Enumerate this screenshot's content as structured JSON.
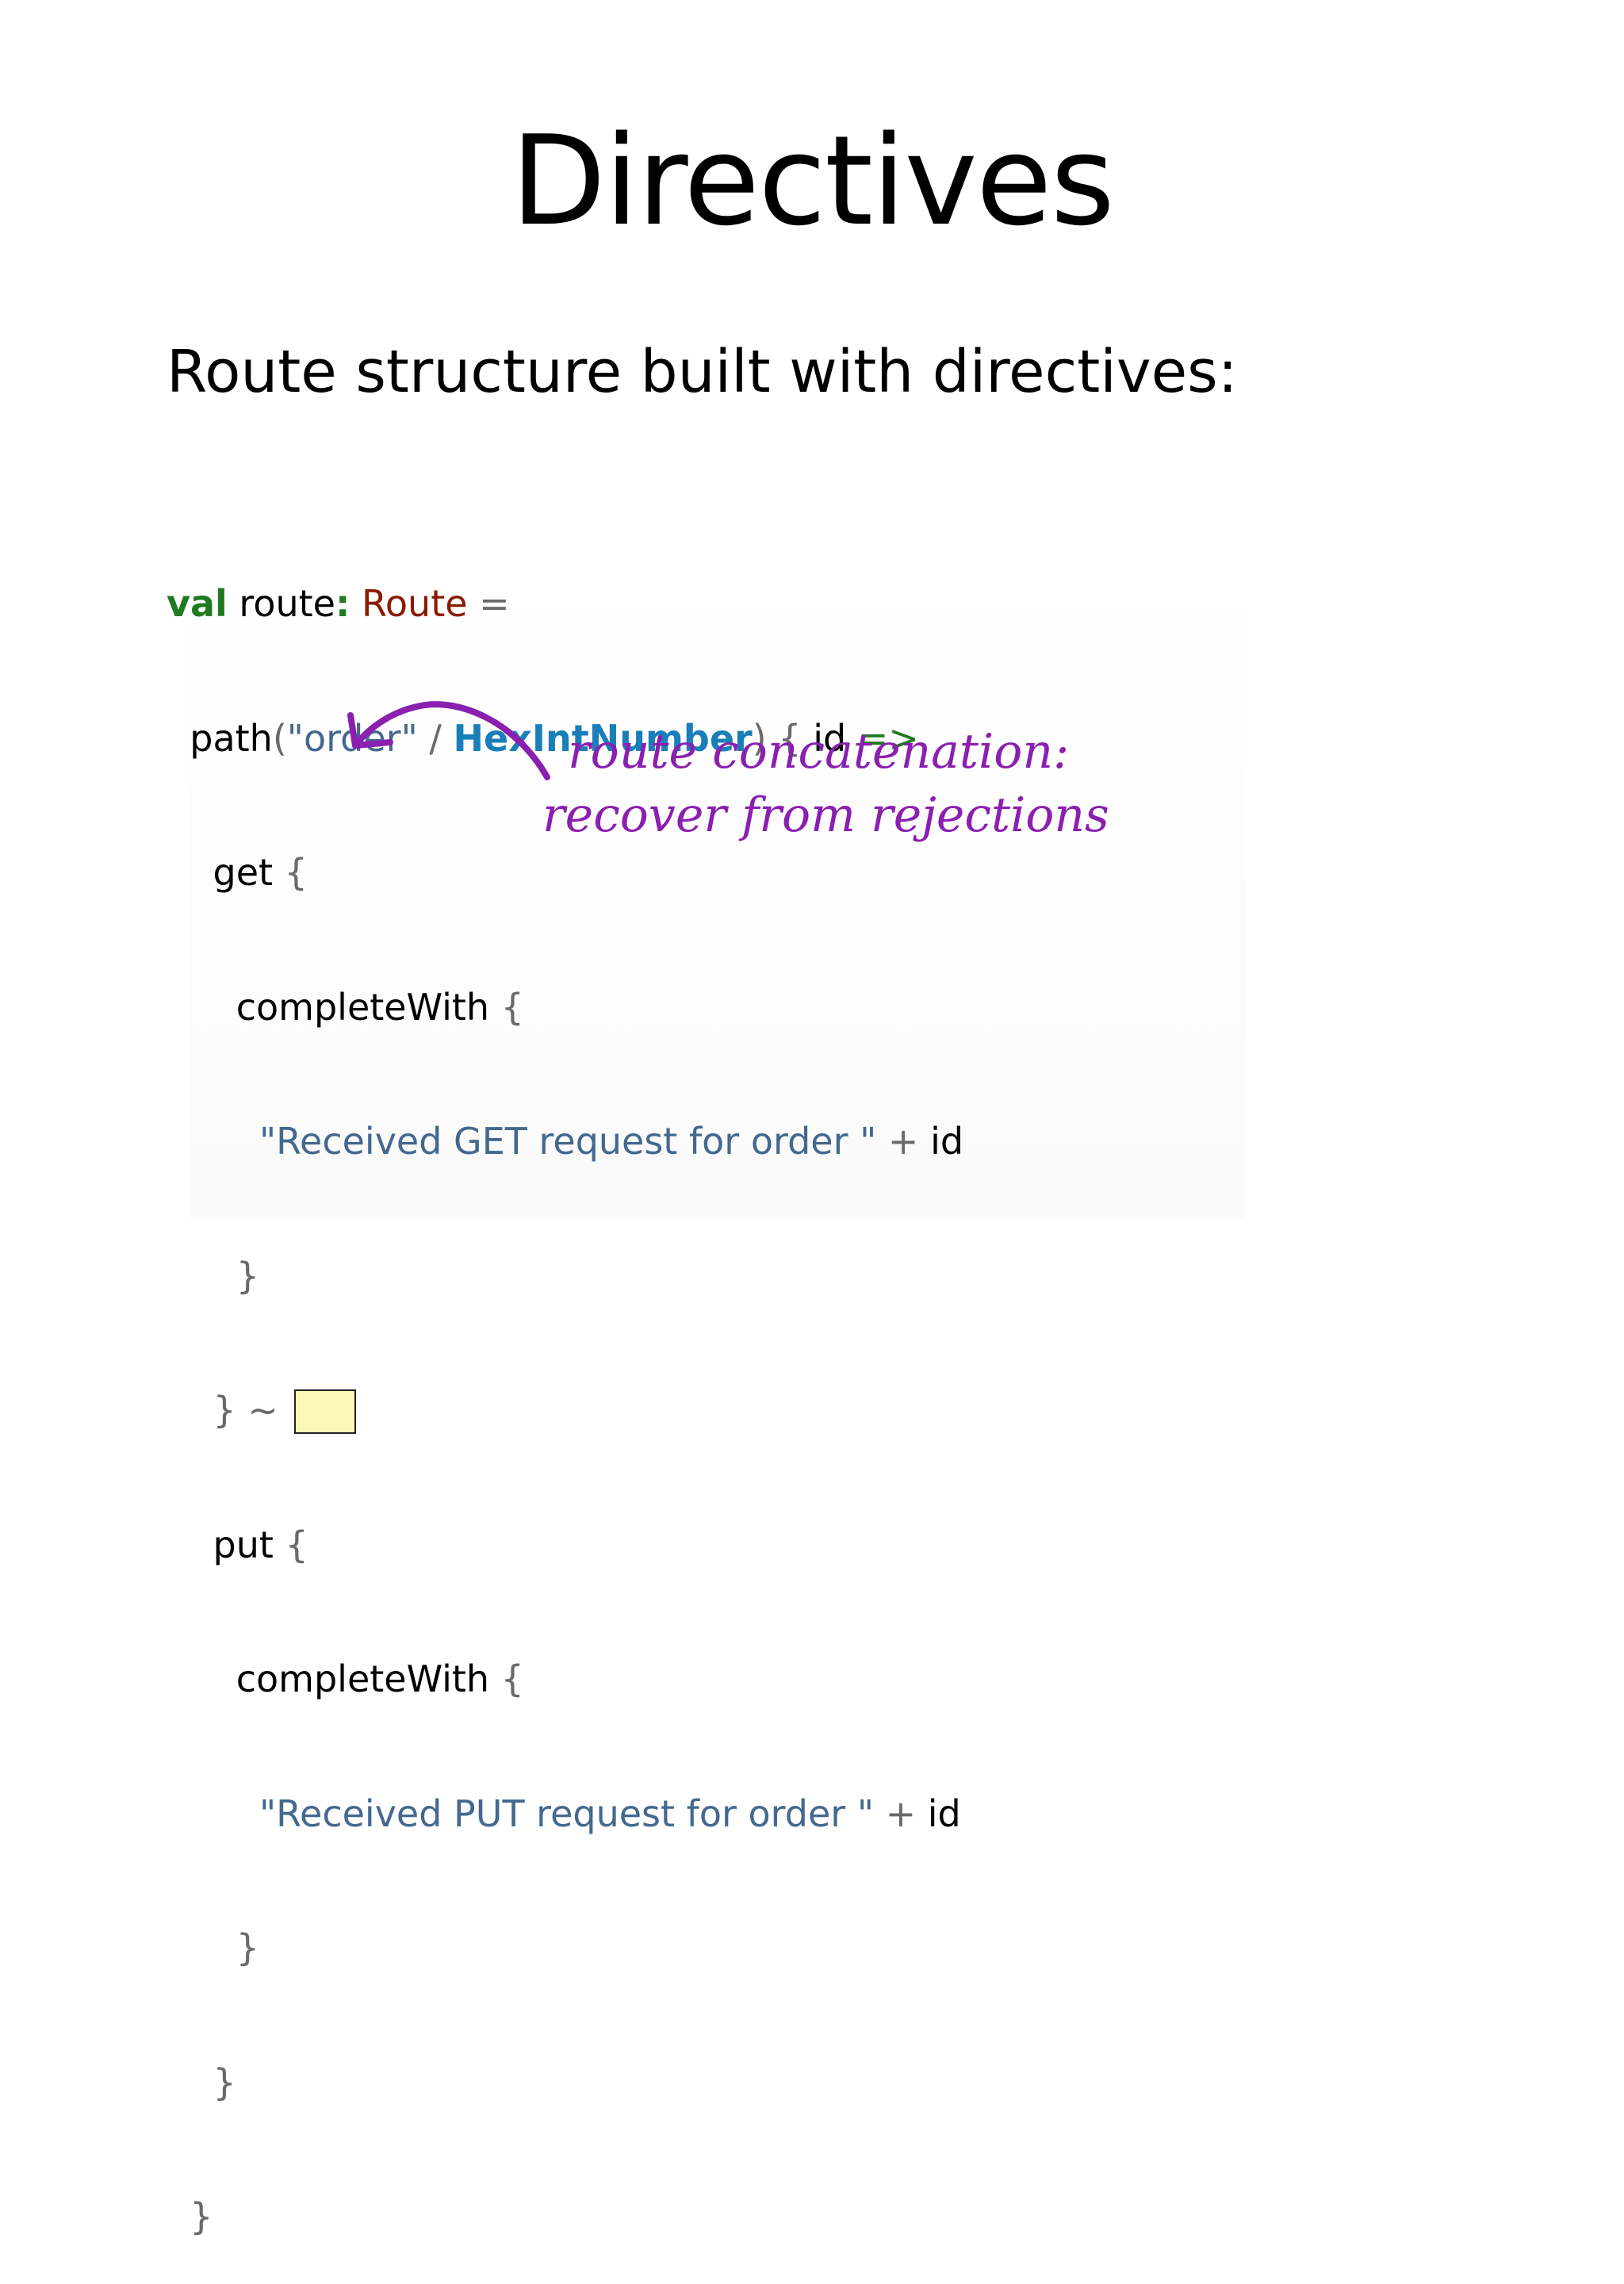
{
  "slide": {
    "title": "Directives",
    "subtitle": "Route structure built with directives:"
  },
  "code": {
    "l1": {
      "kw": "val",
      "name": " route",
      "colon": ":",
      "type": " Route",
      "eq": " ="
    },
    "l2": {
      "fn": "  path",
      "open_paren": "(",
      "str": "\"order\"",
      "slash": " / ",
      "type": "HexIntNumber",
      "close": ") { ",
      "param": "id",
      "arrow": " =>"
    },
    "l3": {
      "fn": "    get",
      "brace": " {"
    },
    "l4": {
      "fn": "      completeWith",
      "brace": " {"
    },
    "l5": {
      "indent": "        ",
      "str": "\"Received GET request for order \"",
      "plus": " + ",
      "id": "id"
    },
    "l6": {
      "brace": "      }"
    },
    "l7": {
      "brace": "    }",
      "tilde": " ~"
    },
    "l8": {
      "fn": "    put",
      "brace": " {"
    },
    "l9": {
      "fn": "      completeWith",
      "brace": " {"
    },
    "l10": {
      "indent": "        ",
      "str": "\"Received PUT request for order \"",
      "plus": " + ",
      "id": "id"
    },
    "l11": {
      "brace": "      }"
    },
    "l12": {
      "brace": "    }"
    },
    "l13": {
      "brace": "  }"
    }
  },
  "annotation": {
    "line1": "route concatenation:",
    "line2": "recover from rejections"
  },
  "colors": {
    "annotation": "#8a1fb0",
    "placeholder_fill": "#fdf9b4",
    "keyword": "#1f7a1f",
    "type_red": "#8a1a00",
    "type_blue": "#1a7fb8",
    "string": "#44688f"
  }
}
